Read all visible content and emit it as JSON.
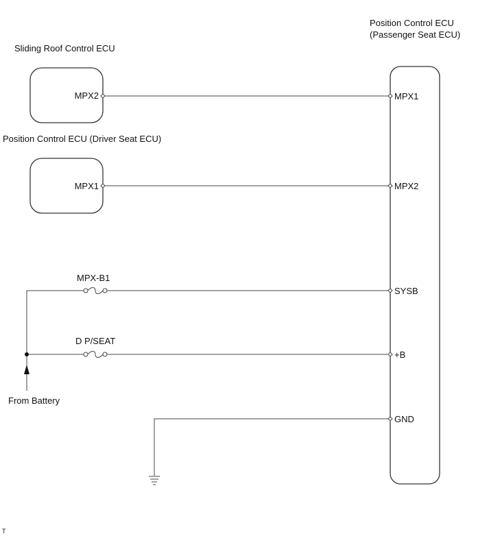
{
  "components": {
    "sliding_roof_ecu": {
      "title": "Sliding Roof Control ECU",
      "pin": "MPX2"
    },
    "driver_seat_ecu": {
      "title": "Position Control ECU (Driver Seat ECU)",
      "pin": "MPX1"
    },
    "passenger_seat_ecu": {
      "title_line1": "Position Control ECU",
      "title_line2": "(Passenger Seat ECU)",
      "pins": [
        "MPX1",
        "MPX2",
        "SYSB",
        "+B",
        "GND"
      ]
    }
  },
  "fuses": {
    "mpx_b1": "MPX-B1",
    "d_pseat": "D P/SEAT"
  },
  "battery_label": "From Battery",
  "corner_mark": "T"
}
